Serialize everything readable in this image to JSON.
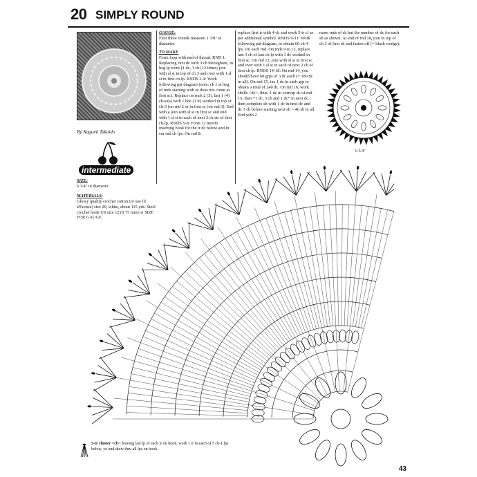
{
  "header": {
    "number": "20",
    "title": "SIMPLY ROUND"
  },
  "credit": "By Nagumi Takaido",
  "level_badge": "intermediate",
  "size": {
    "heading": "SIZE:",
    "text": "6 3/4\" in diameter."
  },
  "materials": {
    "heading": "MATERIALS:",
    "text": "Glossy quality crochet cotton (or use fil à'Ecosse) size 20, white, about 115 yds. Steel crochet hook US size 12 (0.75 mm) or SIZE FOR GAUGE."
  },
  "gauge": {
    "heading": "GAUGE:",
    "text": "First three rounds measure 1 3/8\" in diameter."
  },
  "to_make": {
    "heading": "TO MAKE",
    "text": "Form loop with end of thread. RND 1: Replacing first dc with 3 ch throughout, in beg lp work (1 dc, 1 ch) 12 times; join with sl st in top of ch 3 and over with 1 sl st in first ch-lp. RNDS 2-4: Work following pat diagram (note: ch 1 at beg of rnds starting with sc does not count as first sc). Replace on rnds 2 (3), last 1 (4) ch-st(s) with 1 hdc (1 tr) worked in top of ch-3 (on rnd 2 or in first sc (on rnd 3). End with a join with sl st in first sc and end with 1 sl st in each of next 3 ch sts of first ch-lp. RNDS 5-8: Form 12 motifs inserting hook for the tr dc below and in sur rnd ch lps. On rnd 8:"
  },
  "col_b": "replace first tr with 4 ch and work 5-tr cl as per additional symbol. RNDS 9-11: Work following pat diagram, to obtain 60 ch-4 lps. On each rnd. On rnds 9 to 12, replace last 3 ch of last ch lp with 1 dc worked in first sc. On rnd 13, join with sl st in first sc and over with 1 sl st in each of next 2 ch of first ch lp. RNDS 14-18: On rnd 14, you should have 60 grps of 3 dc each (= 180 dc in all). On rnd 15, inc 1 dc in each grp to obtain a total of 240 dc. On rnd 16, work shells <dc>, thus: 1 dc in corresp dc of rnd 15, then *1 dc, 3 ch and 1 dc* in next dc, then complete sh with 1 dc in next dc and dc 3 ch before starting next sh = 40 sh in all. End with 2",
  "col_c": "more rnds of sh but the number of dc for each sh as shown. At end of rnd 18, join in top of ch 3 of first sh and fasten off (= black wedge).",
  "mini_caption": "6 3/4\"",
  "legend": {
    "label": "5-tr cluster <cl>:",
    "text": "leaving last lp of each tr on hook, work 1 tr in each of 5 ch-1 lps below, yo and draw thru all lps on hook."
  },
  "page_number": "43"
}
